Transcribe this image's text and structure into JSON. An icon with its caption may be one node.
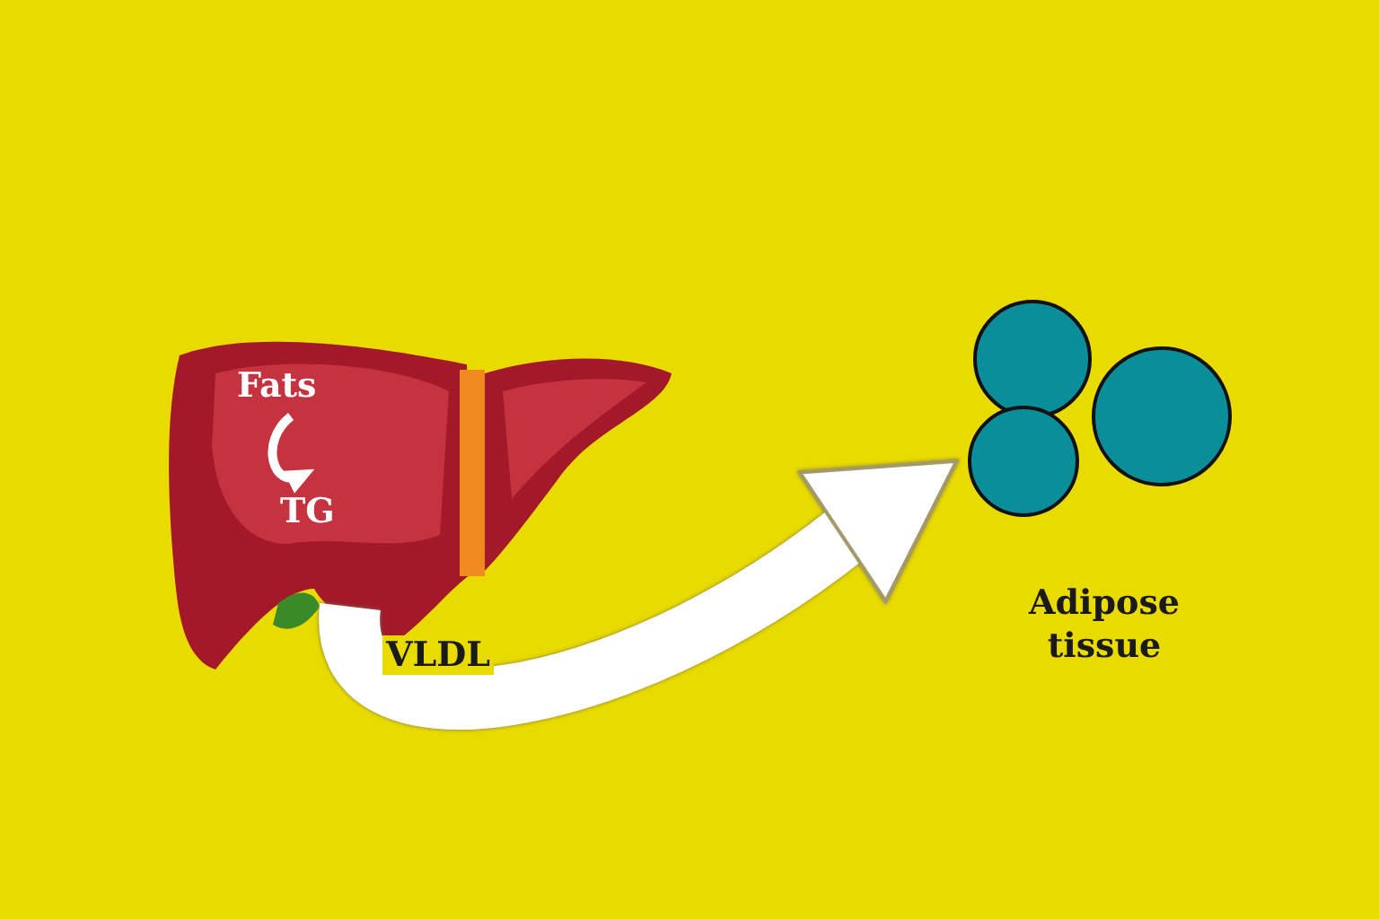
{
  "diagram": {
    "nodes": [
      {
        "text": [],
        "shape": "picture"
      },
      {
        "text": [
          "Fats"
        ],
        "in": 0
      },
      {
        "text": [
          "TG"
        ],
        "in": 0
      },
      {
        "text": [
          "Adipose tissue"
        ]
      }
    ],
    "edges": [
      {
        "from": 1,
        "to": 2,
        "arrow": "to"
      },
      {
        "from": 0,
        "to": 3,
        "arrow": "to",
        "label": "VLDL",
        "style": "thick"
      }
    ]
  }
}
